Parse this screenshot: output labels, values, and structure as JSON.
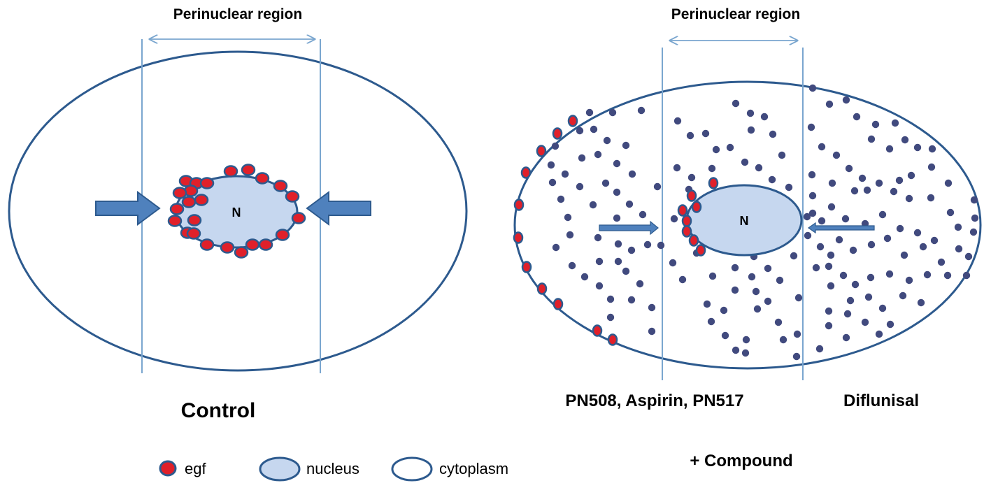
{
  "left_panel": {
    "region_label": "Perinuclear region",
    "nucleus_label": "N",
    "condition_label": "Control"
  },
  "right_panel": {
    "region_label": "Perinuclear region",
    "nucleus_label": "N",
    "compounds_label": "PN508, Aspirin, PN517",
    "diflunisal_label": "Diflunisal",
    "treatment_label": "+ Compound"
  },
  "legend": {
    "egf": "egf",
    "nucleus": "nucleus",
    "cytoplasm": "cytoplasm"
  },
  "colors": {
    "outline": "#2d5a8e",
    "guide_line": "#7aa6cf",
    "nucleus_fill": "#c6d7ef",
    "egf_fill": "#e0202a",
    "dot": "#414a7e",
    "arrow": "#4f81bd"
  }
}
